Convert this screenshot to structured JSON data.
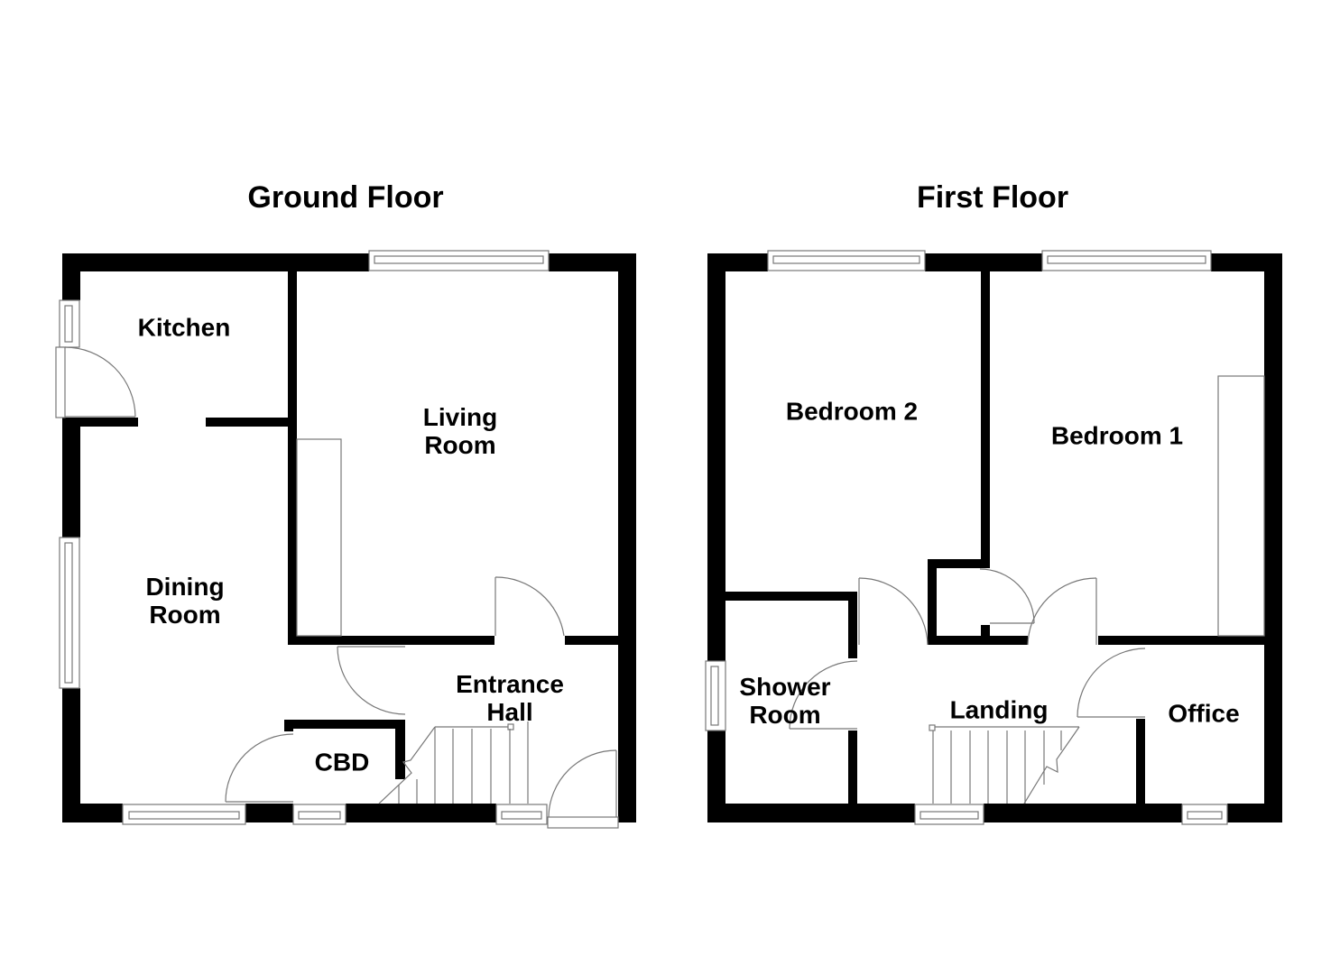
{
  "floors": [
    {
      "title": "Ground Floor",
      "rooms": [
        {
          "id": "kitchen",
          "label": "Kitchen"
        },
        {
          "id": "living-room",
          "label": "Living\nRoom"
        },
        {
          "id": "dining-room",
          "label": "Dining\nRoom"
        },
        {
          "id": "entrance-hall",
          "label": "Entrance\nHall"
        },
        {
          "id": "cbd",
          "label": "CBD"
        }
      ]
    },
    {
      "title": "First Floor",
      "rooms": [
        {
          "id": "bedroom-2",
          "label": "Bedroom 2"
        },
        {
          "id": "bedroom-1",
          "label": "Bedroom 1"
        },
        {
          "id": "shower-room",
          "label": "Shower\nRoom"
        },
        {
          "id": "landing",
          "label": "Landing"
        },
        {
          "id": "office",
          "label": "Office"
        }
      ]
    }
  ],
  "colors": {
    "wall": "#000000",
    "fixture_line": "#777777",
    "background": "#ffffff"
  }
}
